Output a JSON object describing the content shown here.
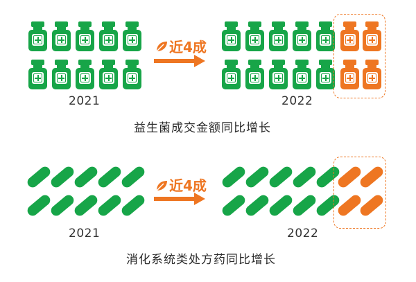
{
  "colors": {
    "green": "#17a548",
    "orange": "#ee7622"
  },
  "icons": {
    "bottle": "medicine-bottle-icon",
    "pill": "capsule-pill-icon",
    "leaf": "leaf-icon",
    "arrow": "right-arrow-icon"
  },
  "top": {
    "year_left": "2021",
    "year_right": "2022",
    "arrow_label": "近4成",
    "caption": "益生菌成交金额同比增长",
    "bottles_2021": 10,
    "bottles_2022_green": 10,
    "bottles_2022_orange": 4
  },
  "bottom": {
    "year_left": "2021",
    "year_right": "2022",
    "arrow_label": "近4成",
    "caption": "消化系统类处方药同比增长",
    "pills_2021": 10,
    "pills_2022_green": 10,
    "pills_2022_orange": 4
  }
}
